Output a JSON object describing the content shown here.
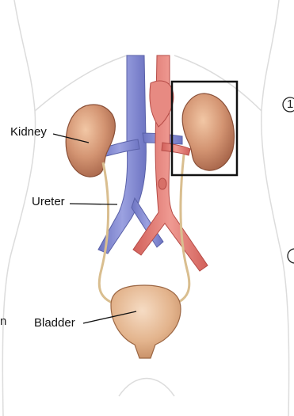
{
  "labels": {
    "kidney": "Kidney",
    "ureter": "Ureter",
    "bladder": "Bladder"
  },
  "edge_marks": {
    "top_right": "1",
    "left_fragment": "n"
  },
  "colors": {
    "kidney": "#c98a66",
    "vein": "#8a90d6",
    "artery": "#e07a73",
    "ureter": "#e8d3a8",
    "bladder": "#e3b48d",
    "highlight_box": "#111111",
    "body_outline": "#dcdcdc"
  }
}
